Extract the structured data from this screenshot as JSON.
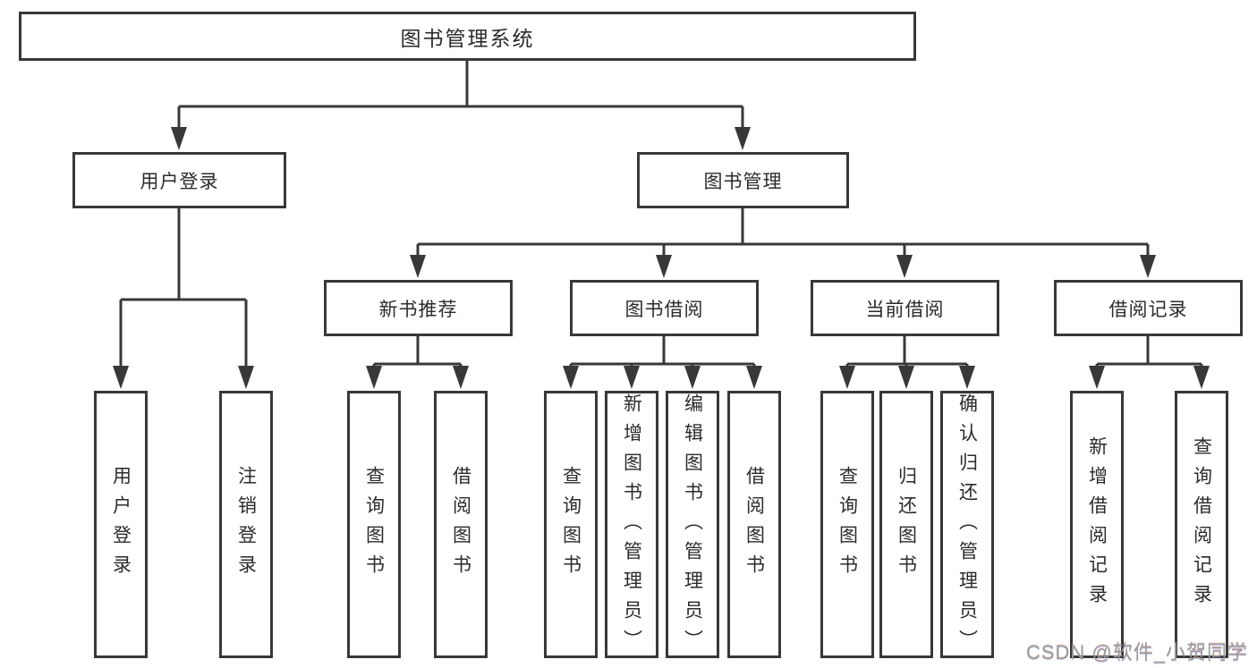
{
  "tree": {
    "root": {
      "label": "图书管理系统"
    },
    "level2": [
      {
        "label": "用户登录"
      },
      {
        "label": "图书管理"
      }
    ],
    "level3": [
      {
        "label": "新书推荐"
      },
      {
        "label": "图书借阅"
      },
      {
        "label": "当前借阅"
      },
      {
        "label": "借阅记录"
      }
    ],
    "leaves": {
      "user_login": [
        "用户登录",
        "注销登录"
      ],
      "new_book": [
        "查询图书",
        "借阅图书"
      ],
      "book_borrow": [
        "查询图书",
        "新增图书（管理员）",
        "编辑图书（管理员）",
        "借阅图书"
      ],
      "current_borrow": [
        "查询图书",
        "归还图书",
        "确认归还（管理员）"
      ],
      "borrow_records": [
        "新增借阅记录",
        "查询借阅记录"
      ]
    }
  },
  "watermark": {
    "text": "CSDN @软件_小贺同学"
  },
  "colors": {
    "line": "#383838",
    "border": "#383838",
    "text": "#2b2b2b",
    "watermark": "#9b9b9b",
    "background": "#ffffff"
  }
}
